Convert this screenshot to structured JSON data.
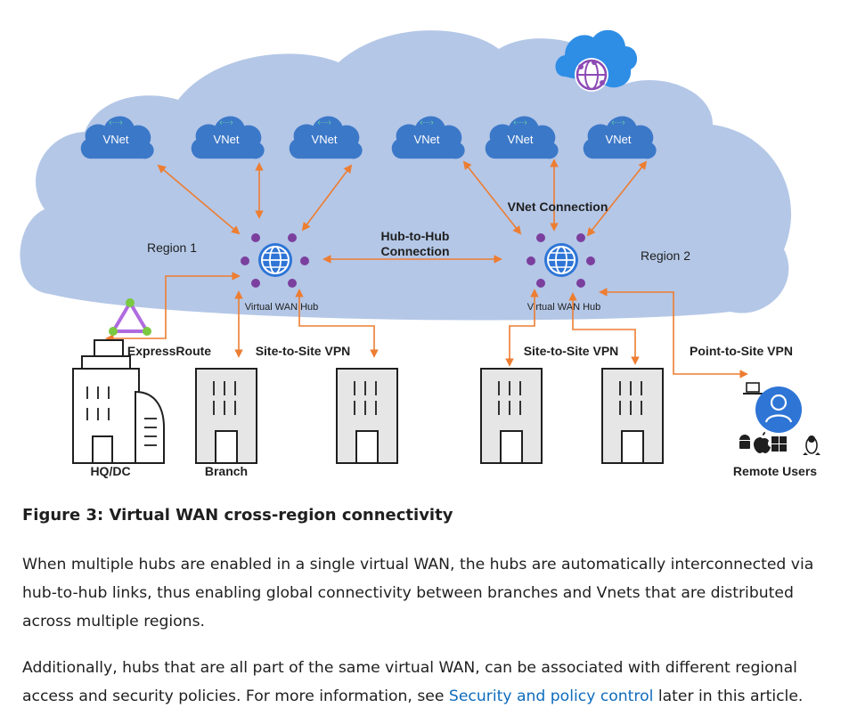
{
  "diagram": {
    "vnets": [
      "VNet",
      "VNet",
      "VNet",
      "VNet",
      "VNet",
      "VNet"
    ],
    "regions": [
      "Region 1",
      "Region 2"
    ],
    "hub_labels": [
      "Virtual WAN Hub",
      "Virtual WAN Hub"
    ],
    "hub_to_hub_label": [
      "Hub-to-Hub",
      "Connection"
    ],
    "vnet_connection_label": "VNet Connection",
    "expressroute_label": "ExpressRoute",
    "s2s_labels": [
      "Site-to-Site VPN",
      "Site-to-Site VPN"
    ],
    "p2s_label": "Point-to-Site VPN",
    "hq_label": "HQ/DC",
    "branch_label": "Branch",
    "remote_users_label": "Remote Users",
    "colors": {
      "cloud": "#b4c7e7",
      "vnet_cloud": "#3c78c8",
      "arrow": "#ed7d31",
      "hub_globe": "#2e75d6",
      "hub_dot": "#7b3f9e",
      "building_fill": "#e6e6e6",
      "expressroute": "#b06be0"
    },
    "icons": [
      "vnet-cloud-icon",
      "hub-globe-icon",
      "azure-cloud-icon",
      "building-icon",
      "expressroute-triangle-icon",
      "user-icon",
      "laptop-icon",
      "android-icon",
      "apple-icon",
      "windows-icon",
      "linux-icon"
    ]
  },
  "article": {
    "caption": "Figure 3: Virtual WAN cross-region connectivity",
    "para1": "When multiple hubs are enabled in a single virtual WAN, the hubs are automatically interconnected via hub-to-hub links, thus enabling global connectivity between branches and Vnets that are distributed across multiple regions.",
    "para2_before": "Additionally, hubs that are all part of the same virtual WAN, can be associated with different regional access and security policies. For more information, see ",
    "para2_link": "Security and policy control",
    "para2_after": " later in this article."
  }
}
